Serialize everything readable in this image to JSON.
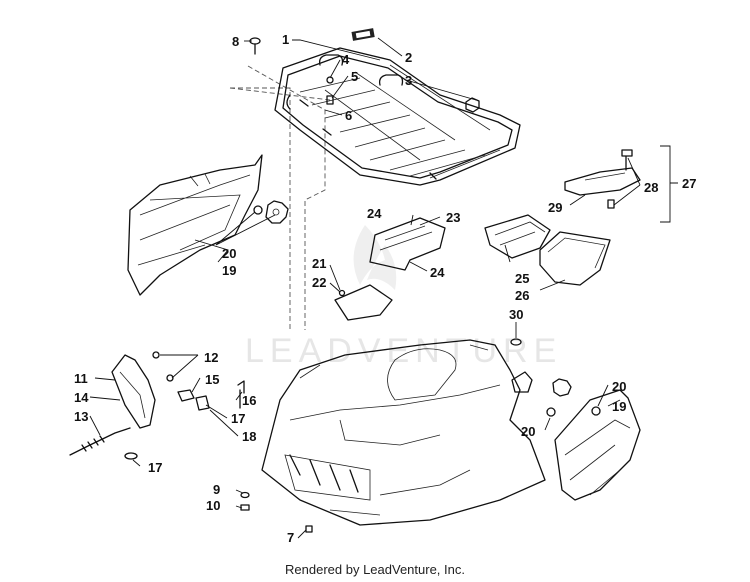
{
  "watermark": "LEADVENTURE",
  "footer": "Rendered by LeadVenture, Inc.",
  "callouts": {
    "c1": "1",
    "c2": "2",
    "c3": "3",
    "c4": "4",
    "c5": "5",
    "c6": "6",
    "c7": "7",
    "c8": "8",
    "c9": "9",
    "c10": "10",
    "c11": "11",
    "c12": "12",
    "c13": "13",
    "c14": "14",
    "c15": "15",
    "c16": "16",
    "c17a": "17",
    "c17b": "17",
    "c18": "18",
    "c19a": "19",
    "c19b": "19",
    "c20a": "20",
    "c20b": "20",
    "c20c": "20",
    "c21": "21",
    "c22": "22",
    "c23": "23",
    "c24a": "24",
    "c24b": "24",
    "c25": "25",
    "c26": "26",
    "c27": "27",
    "c28": "28",
    "c29": "29",
    "c30": "30"
  }
}
